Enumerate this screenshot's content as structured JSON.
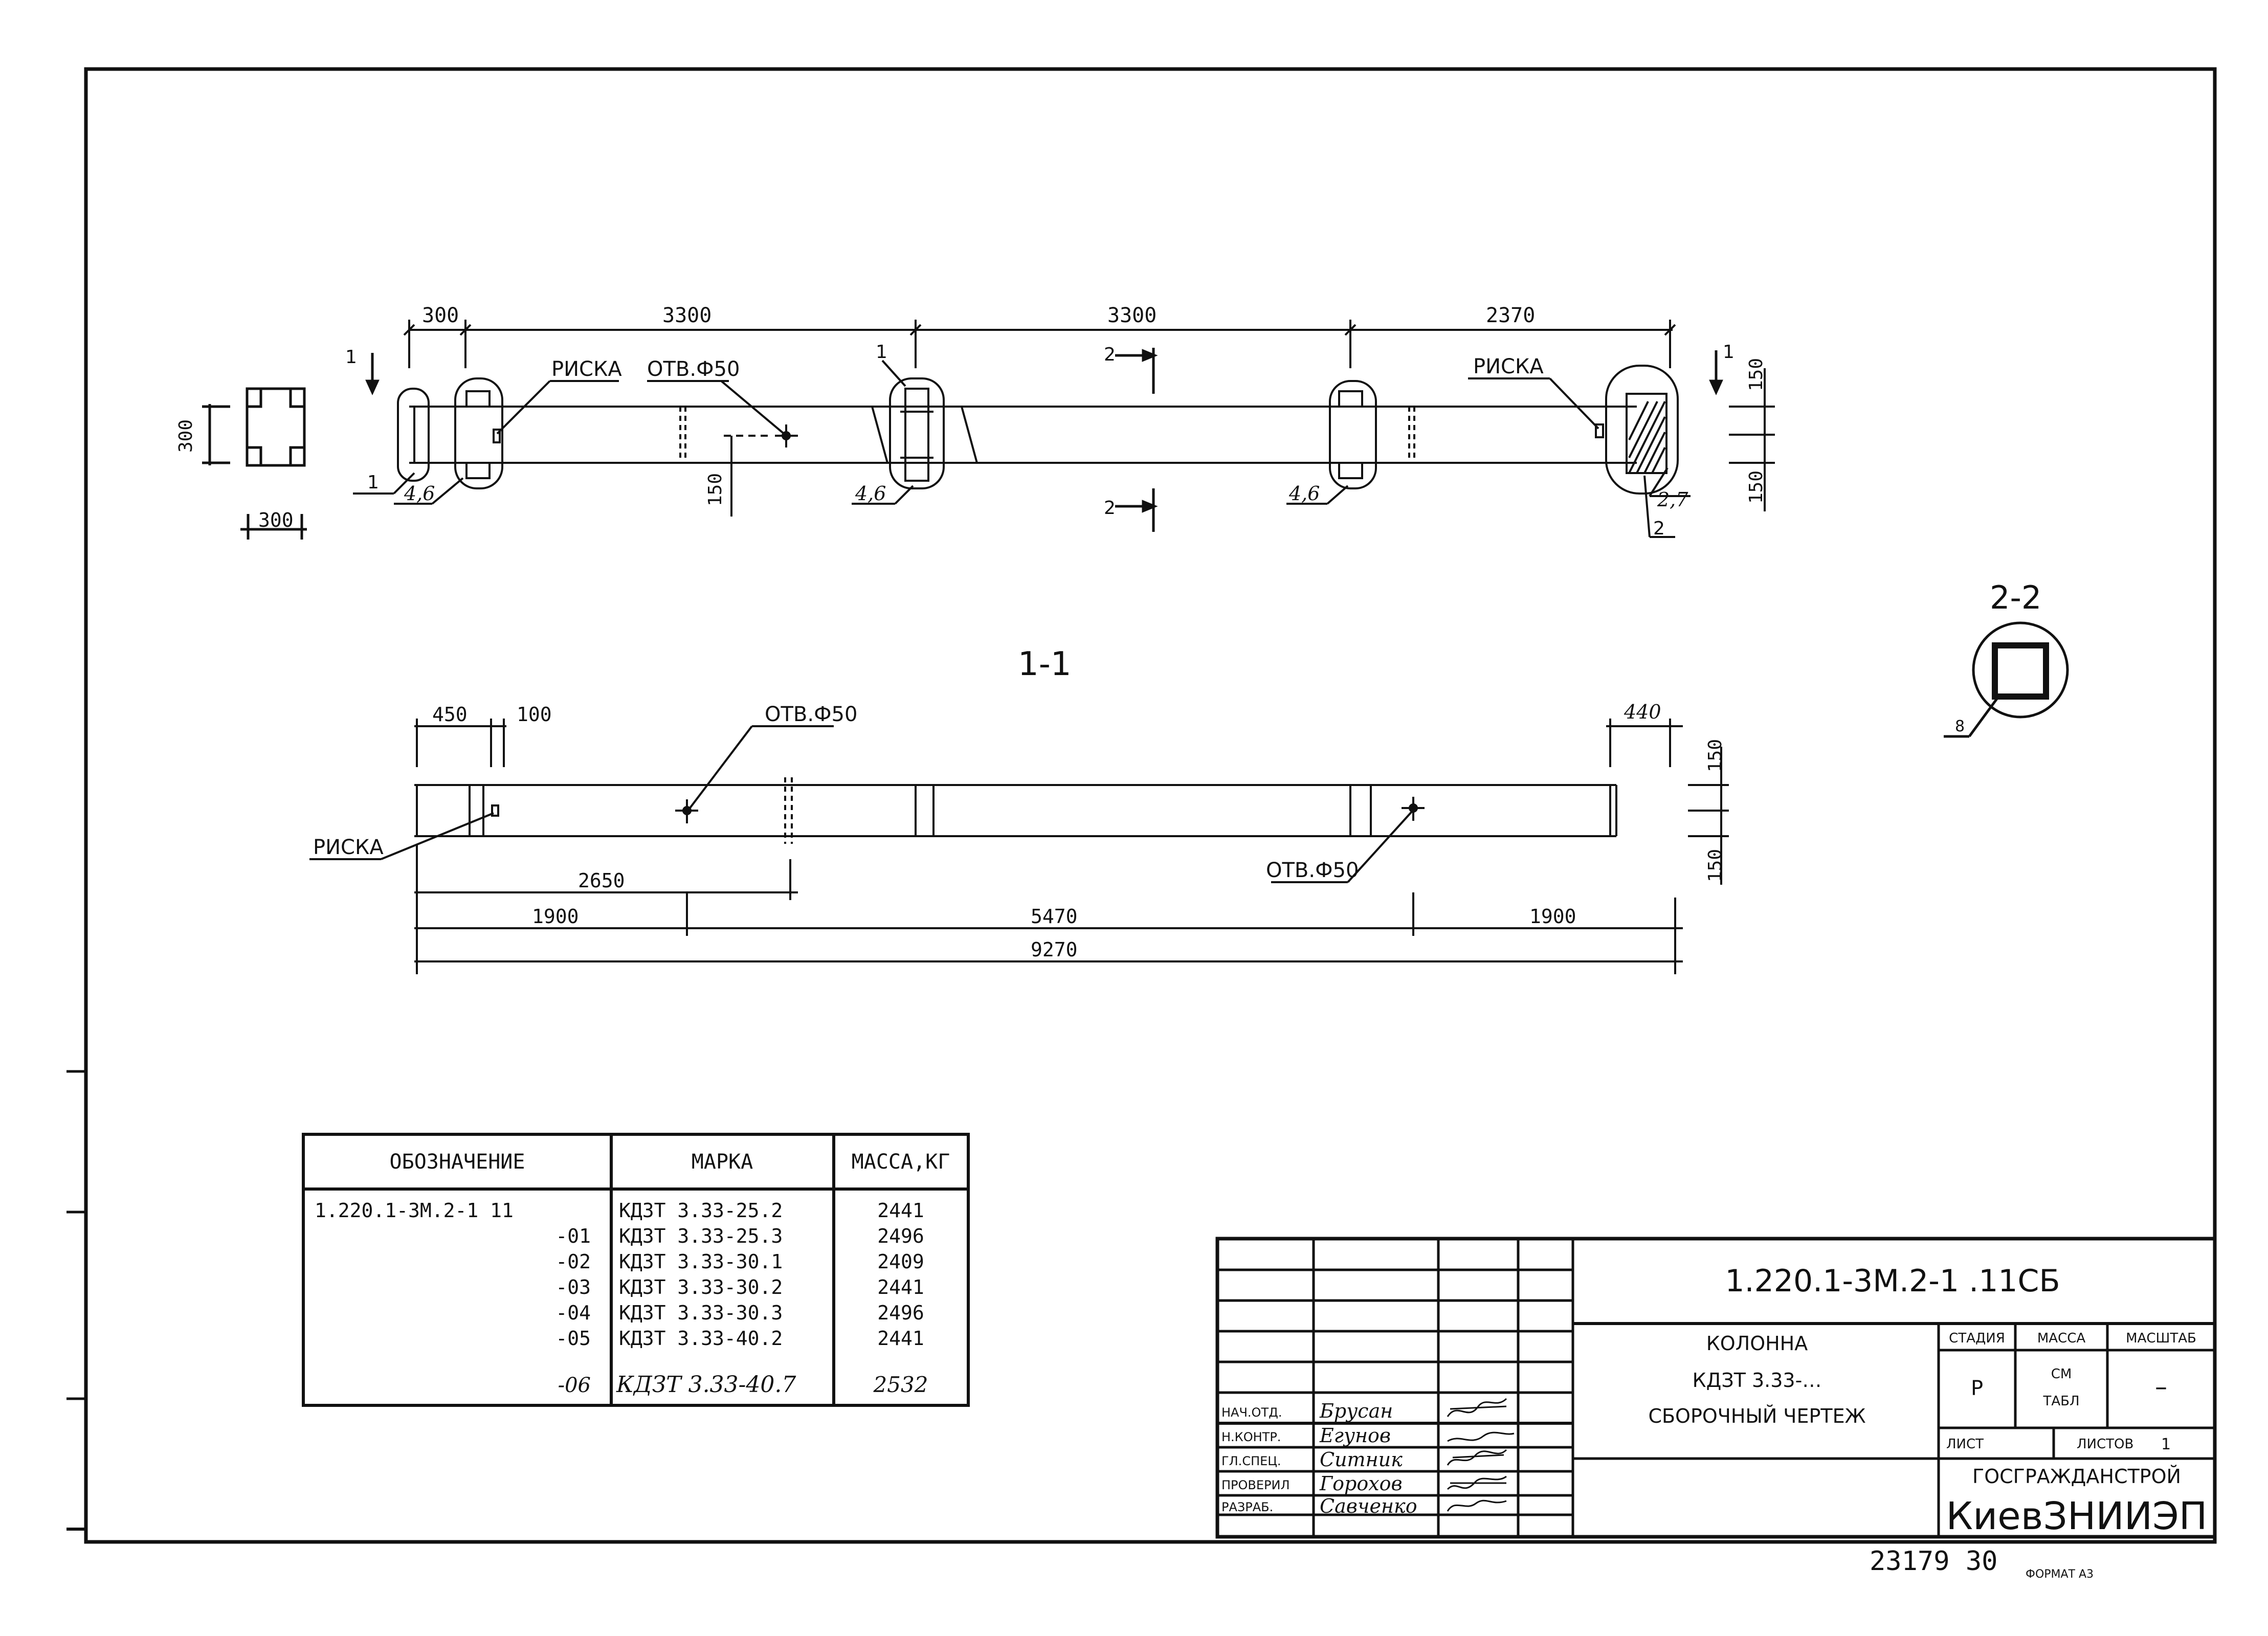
{
  "top_view": {
    "dims": [
      "300",
      "3300",
      "3300",
      "2370"
    ],
    "side_dims": [
      "150",
      "150"
    ],
    "section_side_dim": "300",
    "section_bottom_dim": "300",
    "hole_dim": "150",
    "labels": {
      "riska_left": "РИСКА",
      "hole_left": "ОТВ.Ф50",
      "riska_right": "РИСКА",
      "cut1_left": "1",
      "cut1_right": "1",
      "cut2_top": "2",
      "cut2_bottom": "2",
      "callout_1_left": "1",
      "callout_46_a": "4,6",
      "callout_1_mid": "1",
      "callout_46_b": "4,6",
      "callout_46_c": "4,6",
      "callout_2": "2",
      "callout_27": "2,7"
    }
  },
  "section_1_1": {
    "title": "1-1",
    "top_dims": [
      "450",
      "100",
      "440"
    ],
    "side_dims": [
      "150",
      "150"
    ],
    "bottom_dims": [
      "2650",
      "1900",
      "5470",
      "1900",
      "9270"
    ],
    "labels": {
      "riska": "РИСКА",
      "hole_left": "ОТВ.Ф50",
      "hole_right": "ОТВ.Ф50"
    }
  },
  "section_2_2": {
    "title": "2-2",
    "callout": "8"
  },
  "spec_table": {
    "headers": [
      "ОБОЗНАЧЕНИЕ",
      "МАРКА",
      "МАССА,КГ"
    ],
    "rows": [
      [
        "1.220.1-3М.2-1 11",
        "КДЗТ 3.33-25.2",
        "2441"
      ],
      [
        "-01",
        "КДЗТ 3.33-25.3",
        "2496"
      ],
      [
        "-02",
        "КДЗТ 3.33-30.1",
        "2409"
      ],
      [
        "-03",
        "КДЗТ 3.33-30.2",
        "2441"
      ],
      [
        "-04",
        "КДЗТ 3.33-30.3",
        "2496"
      ],
      [
        "-05",
        "КДЗТ 3.33-40.2",
        "2441"
      ],
      [
        "-06",
        "КДЗТ 3.33-40.7",
        "2532"
      ]
    ]
  },
  "title_block": {
    "code": "1.220.1-3М.2-1 .11СБ",
    "name_line1": "КОЛОННА",
    "name_line2": "КДЗТ 3.33-…",
    "name_line3": "СБОРОЧНЫЙ ЧЕРТЕЖ",
    "stage_header": "СТАДИЯ",
    "mass_header": "МАССА",
    "scale_header": "МАСШТАБ",
    "stage_value": "Р",
    "mass_value_1": "СМ",
    "mass_value_2": "ТАБЛ",
    "scale_value": "–",
    "sheet_label": "ЛИСТ",
    "sheets_label": "ЛИСТОВ",
    "sheets_value": "1",
    "org_line1": "ГОСГРАЖДАНСТРОЙ",
    "org_line2": "КиевЗНИИЭП",
    "roles": [
      {
        "role": "НАЧ.ОТД.",
        "name": "Брусан"
      },
      {
        "role": "Н.КОНТР.",
        "name": "Егунов"
      },
      {
        "role": "ГЛ.СПЕЦ.",
        "name": "Ситник"
      },
      {
        "role": "ПРОВЕРИЛ",
        "name": "Горохов"
      },
      {
        "role": "РАЗРАБ.",
        "name": "Савченко"
      }
    ]
  },
  "footer": {
    "inventory": "23179 30",
    "format": "ФОРМАТ А3"
  }
}
